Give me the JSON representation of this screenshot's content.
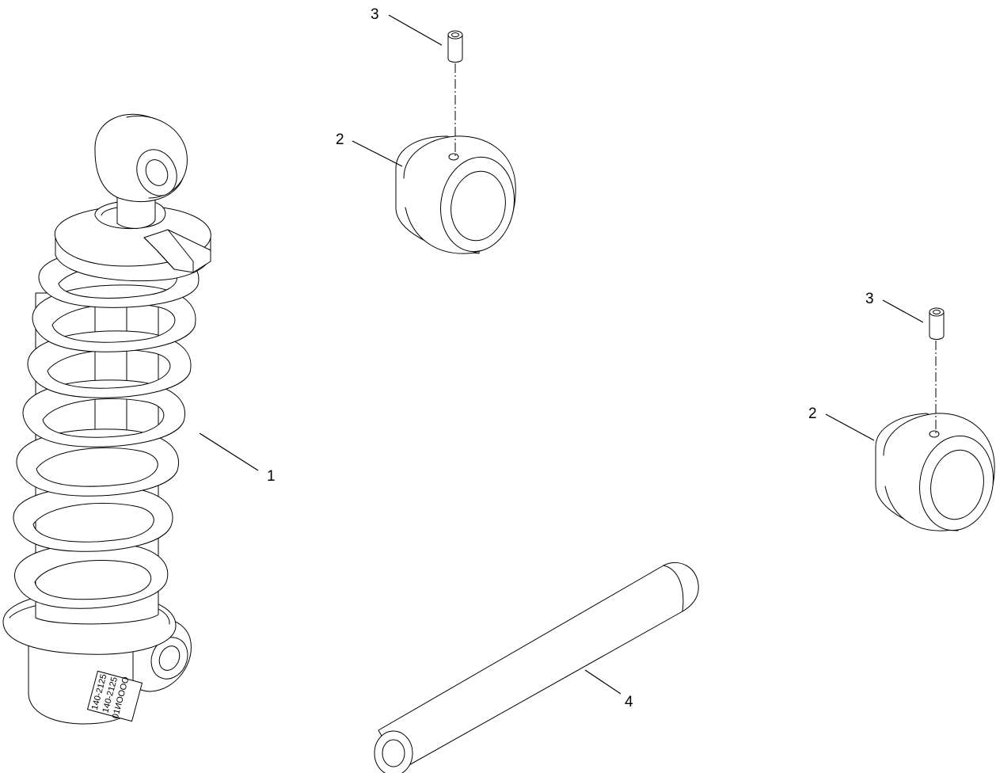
{
  "callouts": {
    "shock_absorber": "1",
    "spacer_top": "2",
    "screw_top": "3",
    "spacer_right": "2",
    "screw_right": "3",
    "shaft": "4"
  },
  "shock_label": {
    "line1": "140-2125",
    "line2": "140-2125",
    "line3": "01ИОООО"
  },
  "colors": {
    "stroke": "#000000",
    "background": "#ffffff"
  }
}
